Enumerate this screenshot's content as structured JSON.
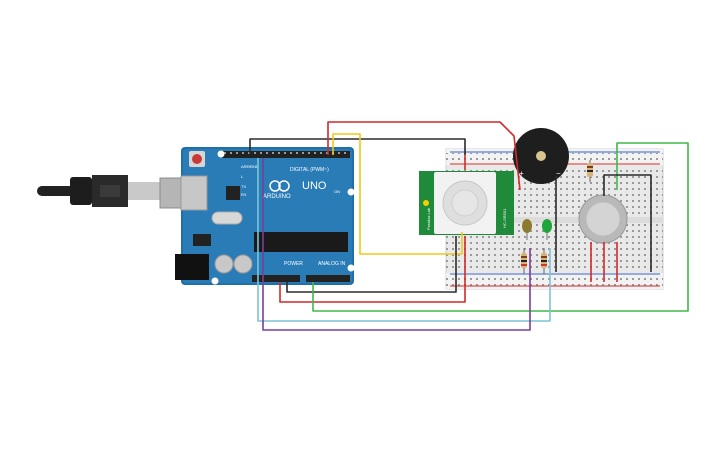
{
  "arduino": {
    "logo_text": "UNO",
    "brand_text": "ARDUINO",
    "digital_label": "DIGITAL (PWM~)",
    "power_label": "POWER",
    "analog_label": "ANALOG IN",
    "aref_label": "AREF",
    "gnd_label": "GND",
    "tx_label": "TX",
    "rx_label": "RX",
    "on_label": "ON",
    "l_label": "L"
  },
  "pir_sensor": {
    "side_text": "HC-SR501",
    "bottom_text": "Parallax Lab"
  },
  "wire_colors": {
    "red": "#d12a2a",
    "black": "#2b2b2b",
    "yellow": "#f2c718",
    "green": "#3fb84a",
    "blue": "#7cc4d6",
    "purple": "#7a3f96"
  },
  "component_icons": {
    "usb_cable": "usb-cable-icon",
    "buzzer": "piezo-buzzer-icon",
    "gas_sensor": "gas-sensor-icon",
    "led_yellow": "led-icon",
    "led_green": "led-icon",
    "resistor": "resistor-icon"
  }
}
